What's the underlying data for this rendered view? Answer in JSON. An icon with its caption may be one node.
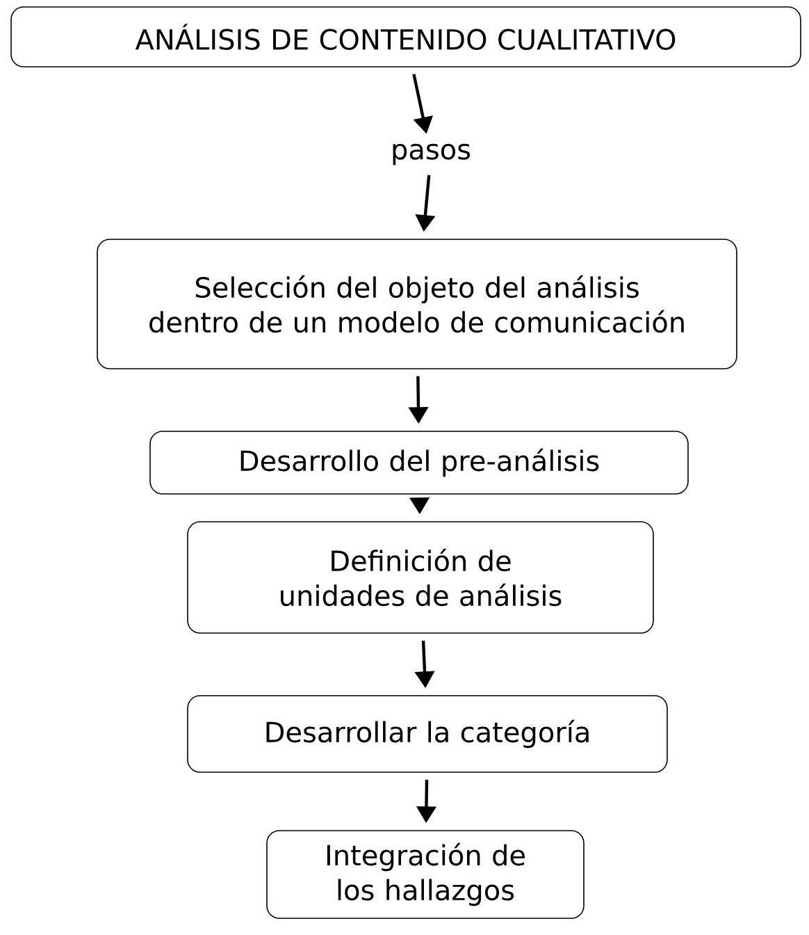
{
  "diagram": {
    "nodes": [
      {
        "text": [
          "ANÁLISIS DE CONTENIDO CUALITATIVO"
        ]
      },
      {
        "text": [
          "pasos"
        ]
      },
      {
        "text": [
          "Selección del objeto del análisis dentro de un modelo de comunicación"
        ]
      },
      {
        "text": [
          "Desarrollo del pre-análisis"
        ]
      },
      {
        "text": [
          "Definición de unidades de análisis"
        ]
      },
      {
        "text": [
          "Desarrollar la categoría"
        ]
      },
      {
        "text": [
          "Integración de los hallazgos"
        ]
      }
    ],
    "edges": [
      {
        "from": 0,
        "to": 1,
        "arrow": "to"
      },
      {
        "from": 1,
        "to": 2,
        "arrow": "to"
      },
      {
        "from": 2,
        "to": 3,
        "arrow": "to"
      },
      {
        "from": 3,
        "to": 4,
        "arrow": "to"
      },
      {
        "from": 4,
        "to": 5,
        "arrow": "to"
      },
      {
        "from": 5,
        "to": 6,
        "arrow": "to"
      }
    ]
  }
}
